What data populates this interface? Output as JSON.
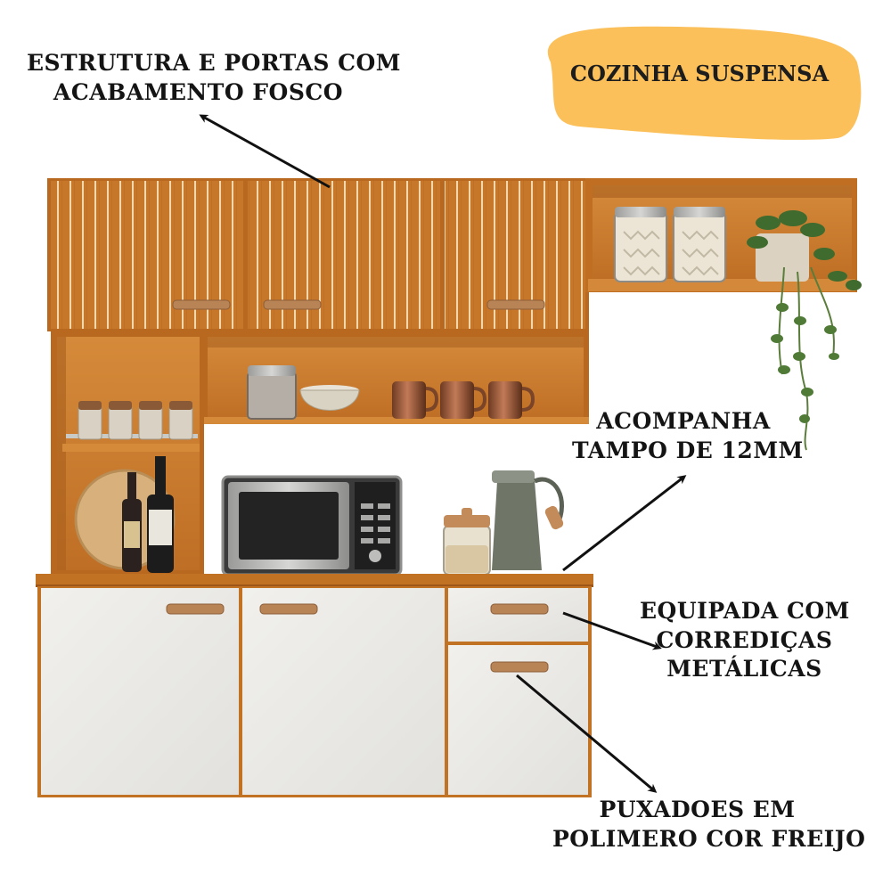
{
  "badge": {
    "label": "COZINHA SUSPENSA"
  },
  "callouts": {
    "estrutura": {
      "line1": "ESTRUTURA E PORTAS COM",
      "line2": "ACABAMENTO FOSCO"
    },
    "tampo": {
      "line1": "ACOMPANHA",
      "line2": "TAMPO DE 12MM"
    },
    "corredicas": {
      "line1": "EQUIPADA COM",
      "line2": "CORREDIÇAS",
      "line3": "METÁLICAS"
    },
    "puxadores": {
      "line1": "PUXADOES EM",
      "line2": "POLIMERO COR FREIJO"
    }
  },
  "colors": {
    "wood": "#c7772a",
    "wood_dark": "#a85f1c",
    "wood_light": "#d58a3a",
    "groove": "#efd3a6",
    "white_door": "#ecebe7",
    "handle": "#b88456",
    "badge": "#fbc05a"
  },
  "icons": [
    "microwave-icon",
    "kettle-icon",
    "canister-icon",
    "plant-icon",
    "bottle-icon",
    "mug-icon",
    "spice-jar-icon",
    "bowl-icon",
    "cutting-board-icon",
    "arrow-icon"
  ]
}
